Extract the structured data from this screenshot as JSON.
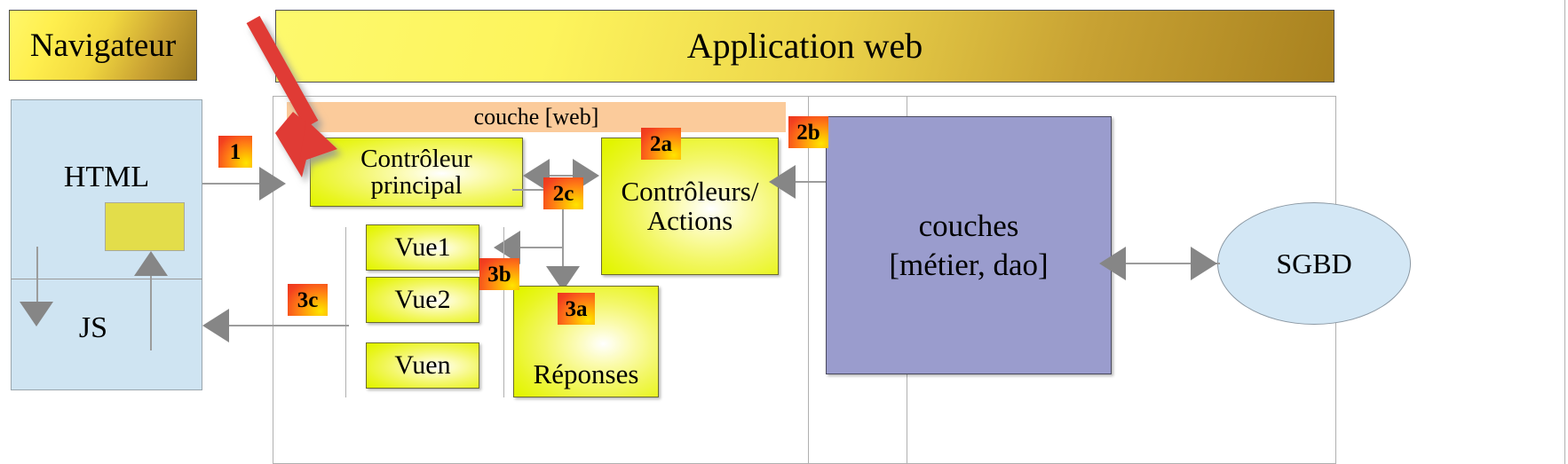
{
  "diagram": {
    "title_browser": "Navigateur",
    "title_app": "Application web",
    "layer_web": "couche [web]"
  },
  "browser": {
    "html_label": "HTML",
    "js_label": "JS"
  },
  "web_layer": {
    "controller_main_line1": "Contrôleur",
    "controller_main_line2": "principal",
    "controllers_actions_line1": "Contrôleurs/",
    "controllers_actions_line2": "Actions",
    "views": [
      {
        "label": "Vue1"
      },
      {
        "label": "Vue2"
      },
      {
        "label": "Vuen"
      }
    ],
    "responses_label": "Réponses"
  },
  "business_layer": {
    "couches_line1": "couches",
    "couches_line2": "[métier, dao]"
  },
  "database": {
    "label": "SGBD"
  },
  "badges": [
    {
      "id": "step-1",
      "label": "1"
    },
    {
      "id": "step-2a",
      "label": "2a"
    },
    {
      "id": "step-2b",
      "label": "2b"
    },
    {
      "id": "step-2c",
      "label": "2c"
    },
    {
      "id": "step-3a",
      "label": "3a"
    },
    {
      "id": "step-3b",
      "label": "3b"
    },
    {
      "id": "step-3c",
      "label": "3c"
    }
  ],
  "colors": {
    "browser_panel": "#cfe4f2",
    "web_layer_bar": "#fbcb9b",
    "process_box": "#e2f500",
    "business_box": "#9a9ccd",
    "database_ellipse": "#d3e7f5",
    "badge": "#f4421f",
    "annotation_arrow": "#e03a34",
    "connector": "#9c9c9c"
  }
}
